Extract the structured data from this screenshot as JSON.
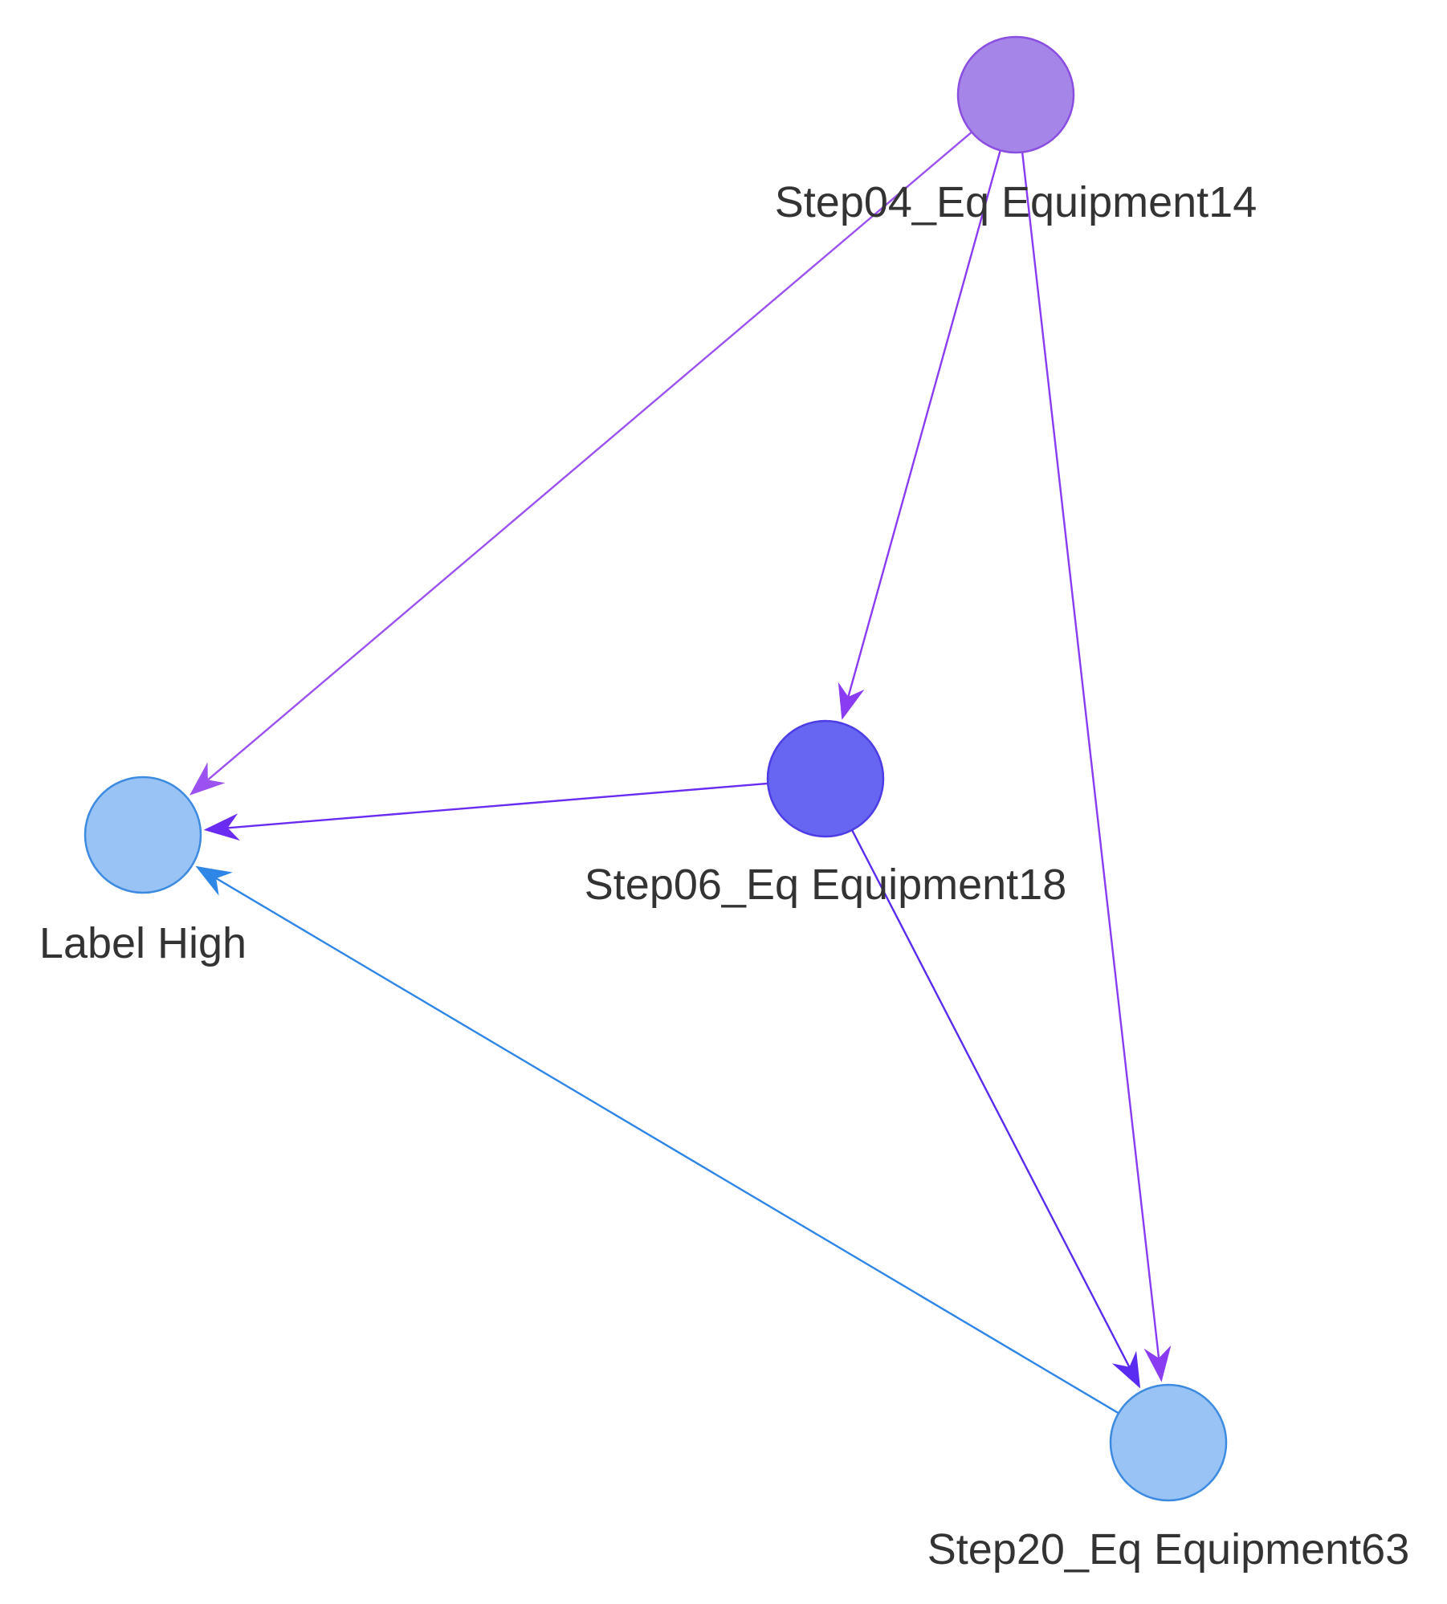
{
  "nodes": [
    {
      "id": "step04",
      "label": "Step04_Eq Equipment14",
      "fill": "#a685e8",
      "stroke": "#8a4fe0"
    },
    {
      "id": "step06",
      "label": "Step06_Eq Equipment18",
      "fill": "#6666f2",
      "stroke": "#4d3de6"
    },
    {
      "id": "label_high",
      "label": "Label High",
      "fill": "#99c2f5",
      "stroke": "#3d8be0"
    },
    {
      "id": "step20",
      "label": "Step20_Eq Equipment63",
      "fill": "#99c2f5",
      "stroke": "#3d8be0"
    }
  ],
  "edges": [
    {
      "from": "step04",
      "to": "label_high",
      "color": "#9b52f0"
    },
    {
      "from": "step04",
      "to": "step06",
      "color": "#8a3cf2"
    },
    {
      "from": "step04",
      "to": "step20",
      "color": "#8a3cf2"
    },
    {
      "from": "step06",
      "to": "label_high",
      "color": "#6a2cf2"
    },
    {
      "from": "step06",
      "to": "step20",
      "color": "#5a2cf2"
    },
    {
      "from": "step20",
      "to": "label_high",
      "color": "#2e86e6"
    }
  ]
}
